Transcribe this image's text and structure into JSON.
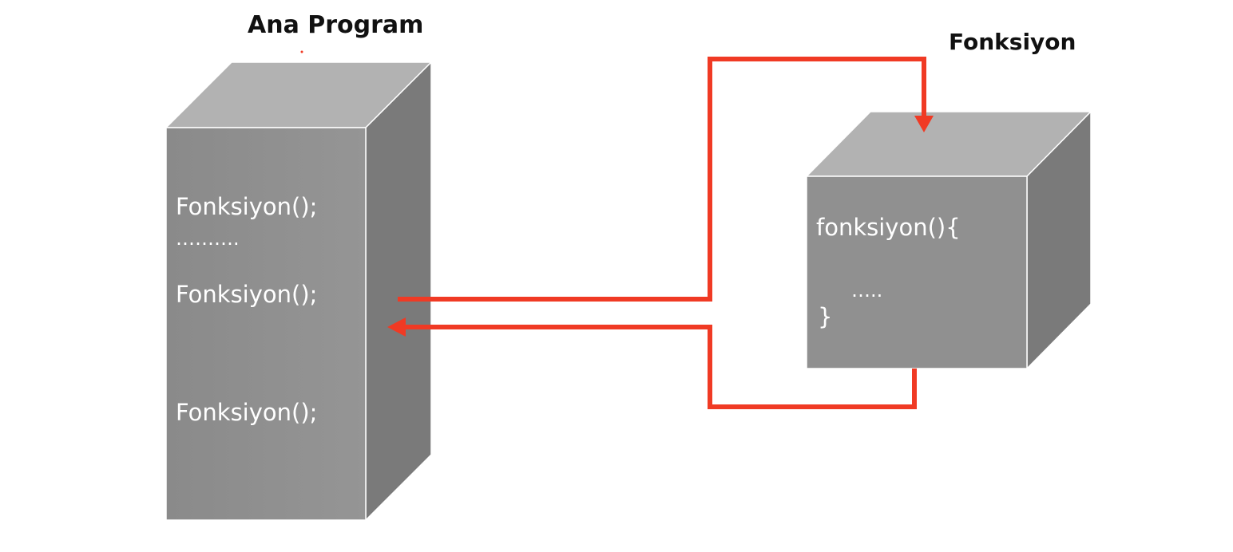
{
  "titles": {
    "main_program": "Ana Program",
    "function": "Fonksiyon"
  },
  "main_block": {
    "lines": [
      "Fonksiyon();",
      "……….",
      "Fonksiyon();",
      "Fonksiyon();"
    ]
  },
  "function_block": {
    "lines": [
      "fonksiyon(){",
      "…..",
      "}"
    ]
  },
  "colors": {
    "arrow": "#f03a24",
    "box_front": "#8f8f8f",
    "box_top": "#b2b2b2",
    "box_side": "#7a7a7a"
  }
}
